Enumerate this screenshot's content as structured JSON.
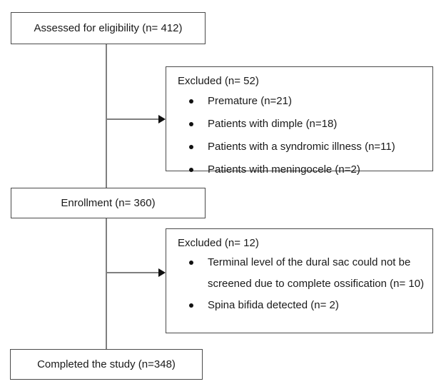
{
  "boxes": {
    "assessed": {
      "label": "Assessed for eligibility (n= 412)"
    },
    "excluded1": {
      "title": "Excluded (n= 52)",
      "items": [
        "Premature (n=21)",
        "Patients with dimple (n=18)",
        "Patients with a syndromic illness (n=11)",
        "Patients with meningocele (n=2)"
      ]
    },
    "enrollment": {
      "label": "Enrollment (n= 360)"
    },
    "excluded2": {
      "title": "Excluded (n= 12)",
      "items": [
        "Terminal level of the dural sac could not be screened due to complete ossification (n= 10)",
        "Spina bifida detected (n= 2)"
      ]
    },
    "completed": {
      "label": "Completed the study (n=348)"
    }
  },
  "colors": {
    "box_border": "#4a4a4a",
    "connector_line": "#7f7f7f",
    "arrowhead": "#111111",
    "text": "#1a1a1a",
    "background": "#ffffff"
  }
}
